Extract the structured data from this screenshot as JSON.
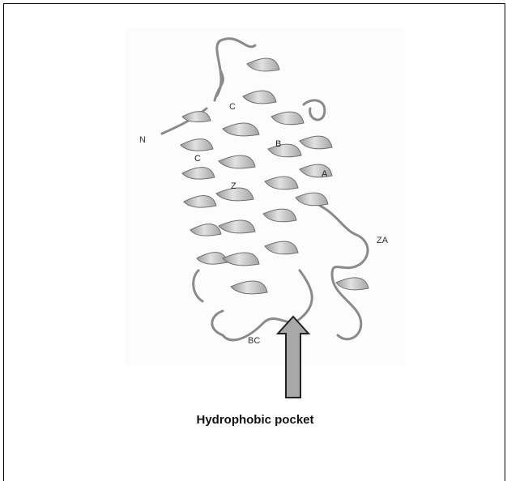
{
  "labels": {
    "n_terminus": "N",
    "c_terminus": "C",
    "helix_c": "C",
    "helix_z": "Z",
    "helix_b": "B",
    "helix_a": "A",
    "loop_za": "ZA",
    "loop_bc": "BC"
  },
  "caption": "Hydrophobic pocket",
  "colors": {
    "ribbon": "#bdbdbd",
    "ribbon_dark": "#8a8a8a",
    "arrow_fill": "#a8a8a8",
    "arrow_stroke": "#222222"
  }
}
